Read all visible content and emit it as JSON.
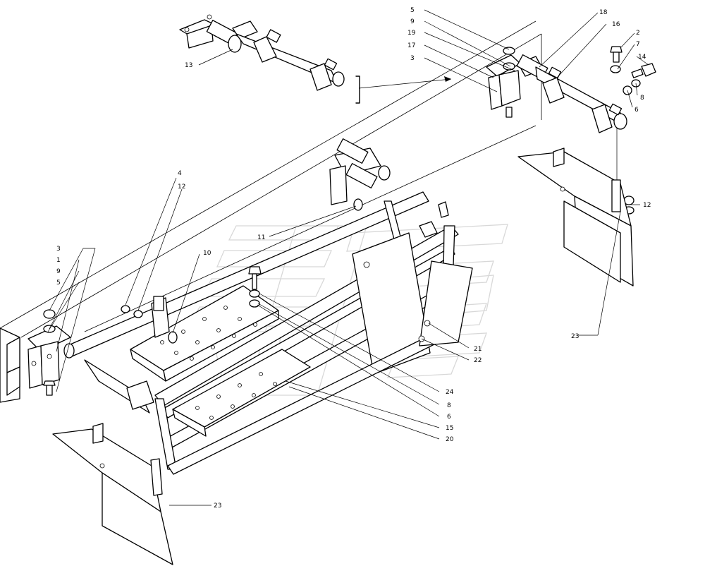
{
  "labels": [
    {
      "id": "l13",
      "text": "13"
    },
    {
      "id": "l5a",
      "text": "5"
    },
    {
      "id": "l9a",
      "text": "9"
    },
    {
      "id": "l19",
      "text": "19"
    },
    {
      "id": "l17",
      "text": "17"
    },
    {
      "id": "l3a",
      "text": "3"
    },
    {
      "id": "l18",
      "text": "18"
    },
    {
      "id": "l16",
      "text": "16"
    },
    {
      "id": "l2",
      "text": "2"
    },
    {
      "id": "l7",
      "text": "7"
    },
    {
      "id": "l14",
      "text": "14"
    },
    {
      "id": "l8a",
      "text": "8"
    },
    {
      "id": "l6a",
      "text": "6"
    },
    {
      "id": "l12a",
      "text": "12"
    },
    {
      "id": "l4",
      "text": "4"
    },
    {
      "id": "l12b",
      "text": "12"
    },
    {
      "id": "l11",
      "text": "11"
    },
    {
      "id": "l10",
      "text": "10"
    },
    {
      "id": "l3b",
      "text": "3"
    },
    {
      "id": "l1",
      "text": "1"
    },
    {
      "id": "l9b",
      "text": "9"
    },
    {
      "id": "l5b",
      "text": "5"
    },
    {
      "id": "l23a",
      "text": "23"
    },
    {
      "id": "l21",
      "text": "21"
    },
    {
      "id": "l22",
      "text": "22"
    },
    {
      "id": "l24",
      "text": "24"
    },
    {
      "id": "l8b",
      "text": "8"
    },
    {
      "id": "l6b",
      "text": "6"
    },
    {
      "id": "l15",
      "text": "15"
    },
    {
      "id": "l20",
      "text": "20"
    },
    {
      "id": "l23b",
      "text": "23"
    }
  ]
}
